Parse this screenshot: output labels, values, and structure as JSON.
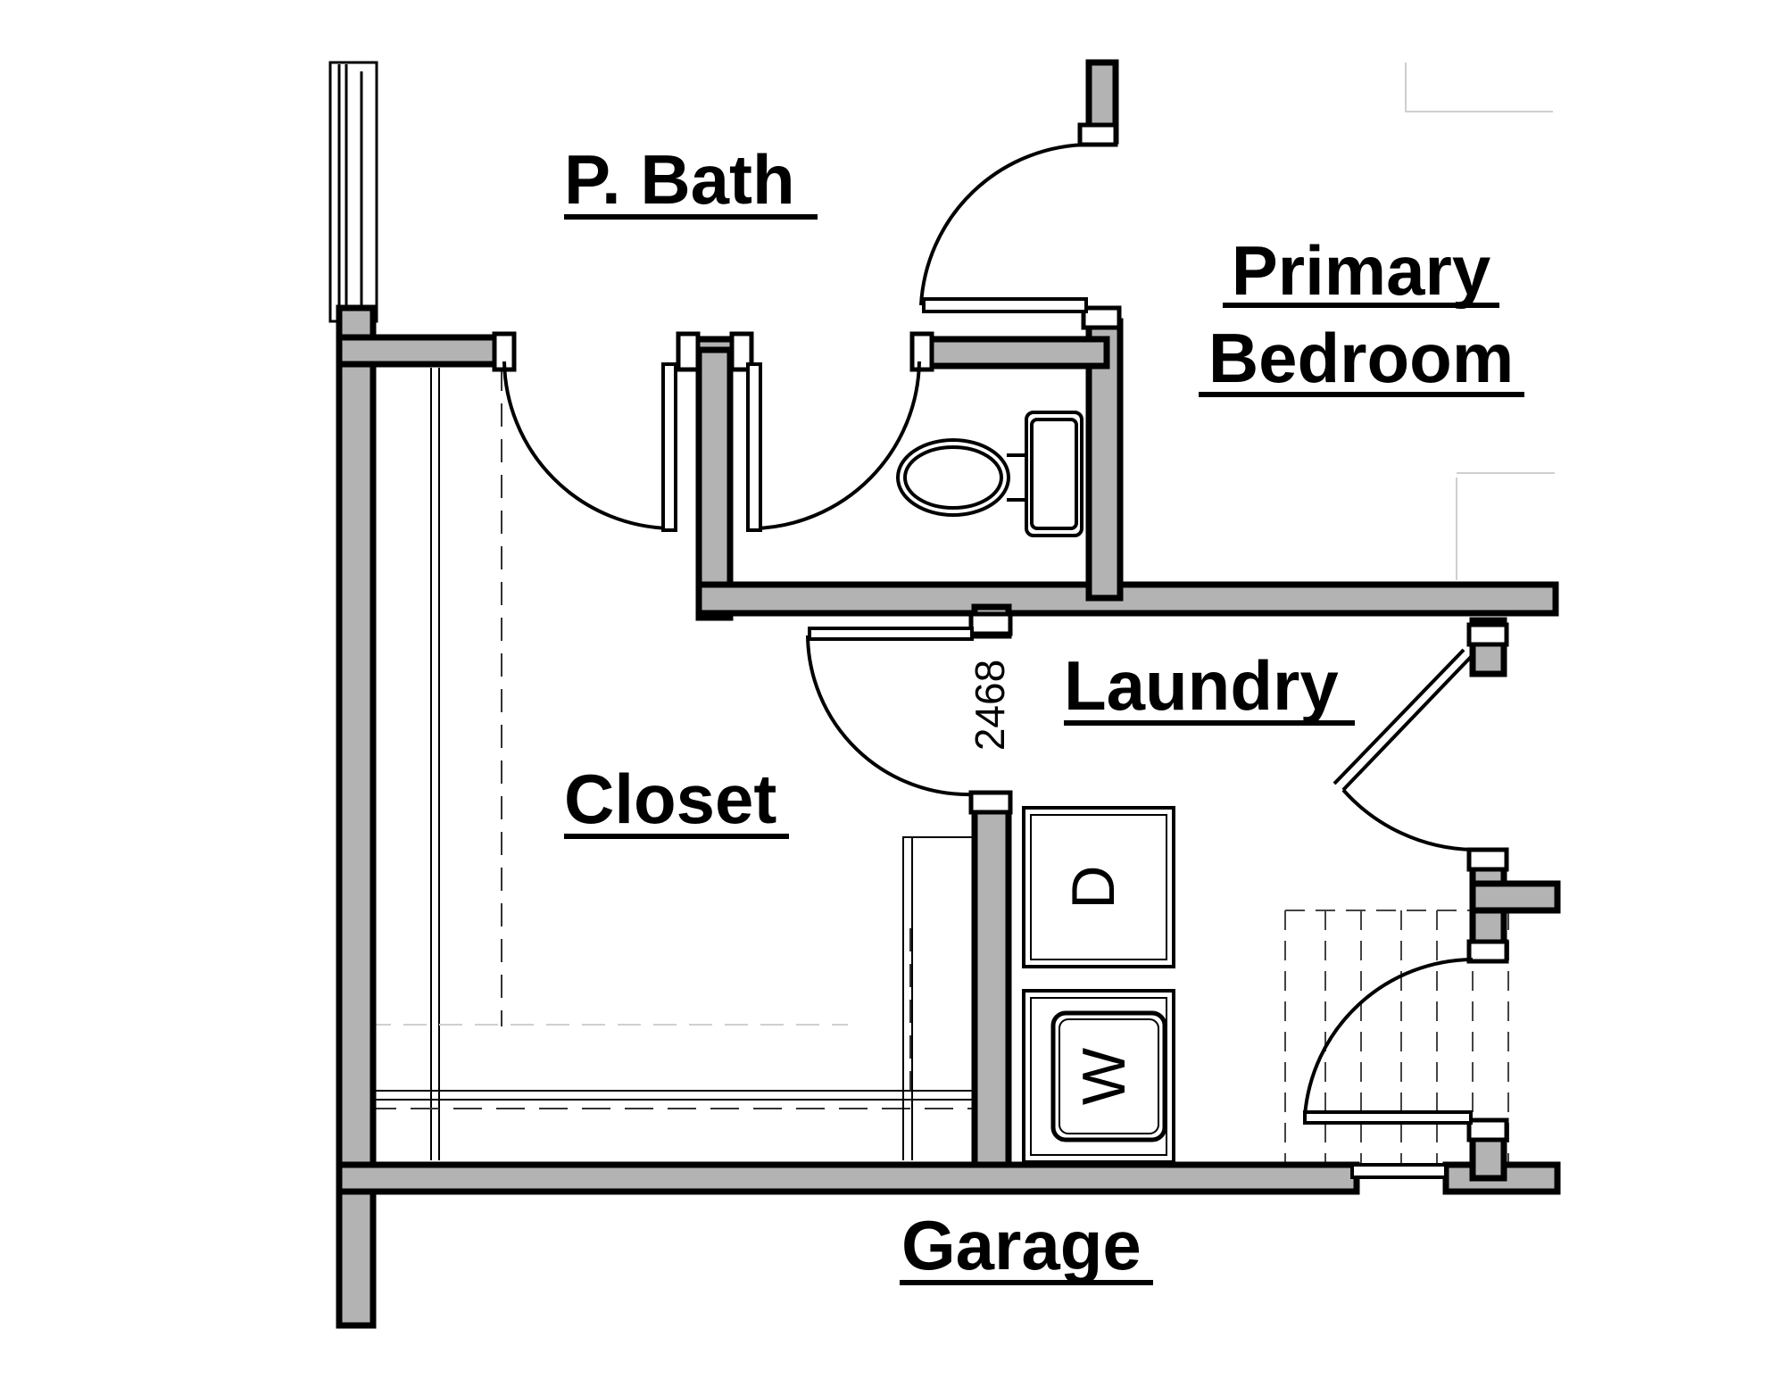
{
  "rooms": {
    "p_bath": "P. Bath",
    "primary_line1": "Primary",
    "primary_line2": "Bedroom",
    "laundry": "Laundry",
    "closet": "Closet",
    "garage": "Garage"
  },
  "dimension_note": "2468",
  "appliances": {
    "dryer": "D",
    "washer": "W"
  },
  "colors": {
    "wall_fill": "#b3b3b3",
    "wall_outline": "#000000",
    "background": "#ffffff"
  }
}
